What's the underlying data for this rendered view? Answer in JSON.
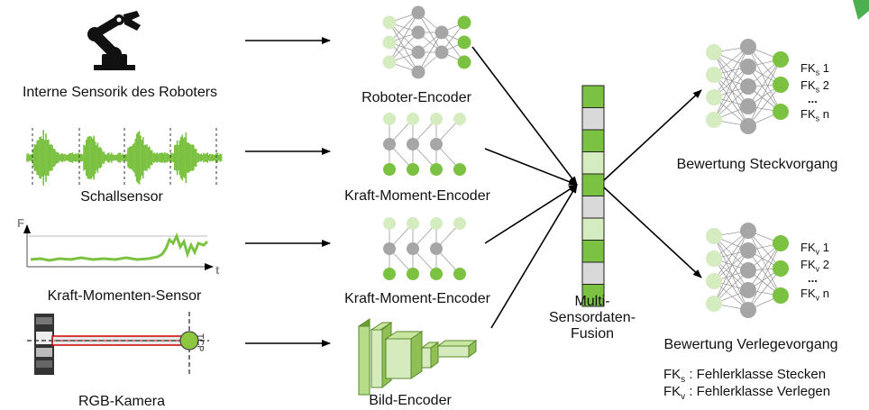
{
  "colors": {
    "green": "#7cc242",
    "light_green": "#d5ebc0",
    "gray": "#a6a6a6",
    "light_gray": "#d9d9d9",
    "accent": "#4caf50"
  },
  "inputs": [
    {
      "label": "Interne Sensorik des Roboters",
      "icon": "robot-arm-icon"
    },
    {
      "label": "Schallsensor",
      "icon": "sound-waveform-icon"
    },
    {
      "label": "Kraft-Momenten-Sensor",
      "icon": "force-plot-icon",
      "axis_y": "F",
      "axis_x": "t"
    },
    {
      "label": "RGB-Kamera",
      "icon": "camera-view-icon",
      "tcp_label": "TCP"
    }
  ],
  "encoders": [
    {
      "label": "Roboter-Encoder"
    },
    {
      "label": "Kraft-Moment-Encoder"
    },
    {
      "label": "Kraft-Moment-Encoder"
    },
    {
      "label": "Bild-Encoder"
    }
  ],
  "fusion": {
    "line1": "Multi-",
    "line2": "Sensordaten-",
    "line3": "Fusion"
  },
  "outputs": [
    {
      "label": "Bewertung Steckvorgang",
      "classes": [
        {
          "base": "FK",
          "sub": "s",
          "num": " 1"
        },
        {
          "base": "FK",
          "sub": "s",
          "num": " 2"
        },
        {
          "base": "...",
          "sub": "",
          "num": ""
        },
        {
          "base": "FK",
          "sub": "s",
          "num": " n"
        }
      ]
    },
    {
      "label": "Bewertung Verlegevorgang",
      "classes": [
        {
          "base": "FK",
          "sub": "v",
          "num": " 1"
        },
        {
          "base": "FK",
          "sub": "v",
          "num": " 2"
        },
        {
          "base": "...",
          "sub": "",
          "num": ""
        },
        {
          "base": "FK",
          "sub": "v",
          "num": " n"
        }
      ]
    }
  ],
  "legend": [
    {
      "base": "FK",
      "sub": "s",
      "text": " : Fehlerklasse Stecken"
    },
    {
      "base": "FK",
      "sub": "v",
      "text": " : Fehlerklasse Verlegen"
    }
  ]
}
